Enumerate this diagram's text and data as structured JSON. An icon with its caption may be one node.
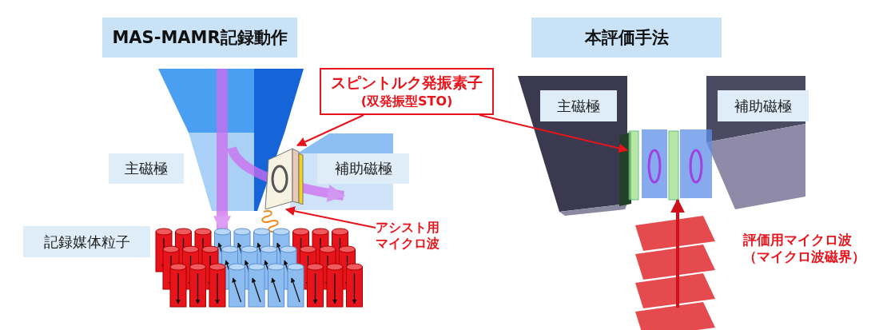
{
  "diagram": {
    "nodes": [
      {
        "text": [
          "MAS-MAMR記録動作"
        ]
      },
      {
        "text": [
          "本評価手法"
        ]
      },
      {
        "text": [
          "スピントルク発振素子",
          "(双発振型STO)"
        ]
      },
      {
        "text": [
          "主磁極"
        ]
      },
      {
        "text": [
          "補助磁極"
        ]
      },
      {
        "text": [
          "記録媒体粒子"
        ]
      },
      {
        "text": [],
        "shape": "picture"
      },
      {
        "text": [
          "アシスト用マイクロ波"
        ]
      },
      {
        "text": [
          "主磁極"
        ]
      },
      {
        "text": [
          "補助磁極"
        ]
      },
      {
        "text": [],
        "shape": "picture"
      }
    ],
    "edges": [
      {
        "from": 2,
        "to": 6,
        "arrow": "to"
      },
      {
        "from": 7,
        "to": 6,
        "arrow": "to"
      },
      {
        "from": 2,
        "to": 10,
        "arrow": "to"
      }
    ],
    "labels": [
      "評価用マイクロ波（マイクロ波磁界）"
    ]
  }
}
